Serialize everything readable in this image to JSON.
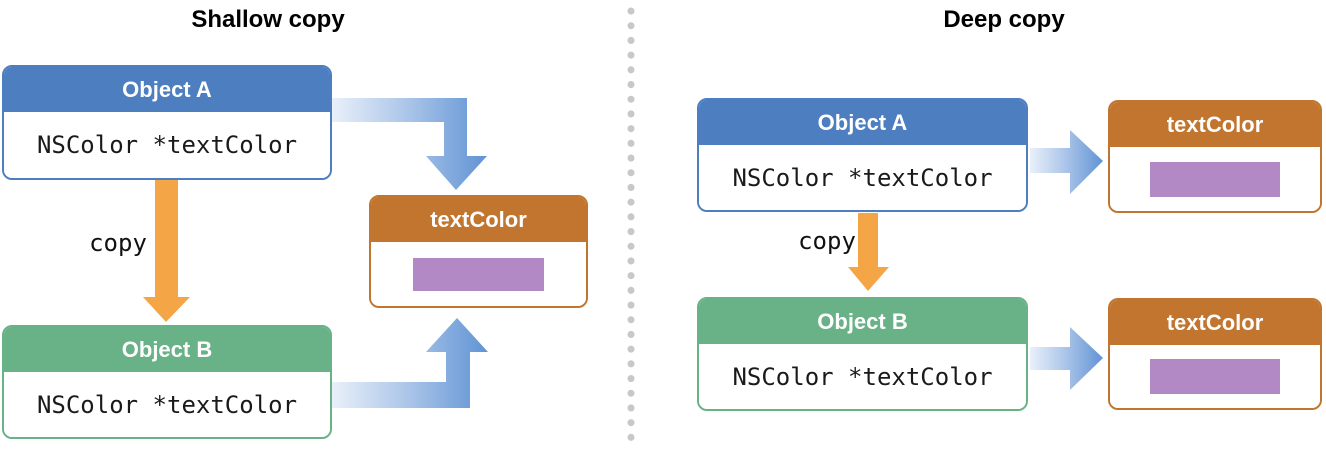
{
  "diagram": {
    "shallow": {
      "title": "Shallow copy",
      "copy_label": "copy",
      "object_a": {
        "header": "Object A",
        "field": "NSColor *textColor"
      },
      "object_b": {
        "header": "Object B",
        "field": "NSColor *textColor"
      },
      "textcolor": {
        "header": "textColor"
      }
    },
    "deep": {
      "title": "Deep copy",
      "copy_label": "copy",
      "object_a": {
        "header": "Object A",
        "field": "NSColor *textColor"
      },
      "object_b": {
        "header": "Object B",
        "field": "NSColor *textColor"
      },
      "textcolor_a": {
        "header": "textColor"
      },
      "textcolor_b": {
        "header": "textColor"
      }
    },
    "colors": {
      "object_header_blue": "#4d7ec0",
      "object_header_green": "#69b287",
      "textcolor_header_orange": "#c1752e",
      "swatch_purple": "#b289c4",
      "copy_arrow_orange": "#f4a647",
      "reference_arrow_blue_light": "#e9f0fa",
      "reference_arrow_blue_mid": "#a9c4e8",
      "reference_arrow_blue_dark": "#6093d4",
      "divider_dot_gray": "#c8c8c8"
    }
  }
}
